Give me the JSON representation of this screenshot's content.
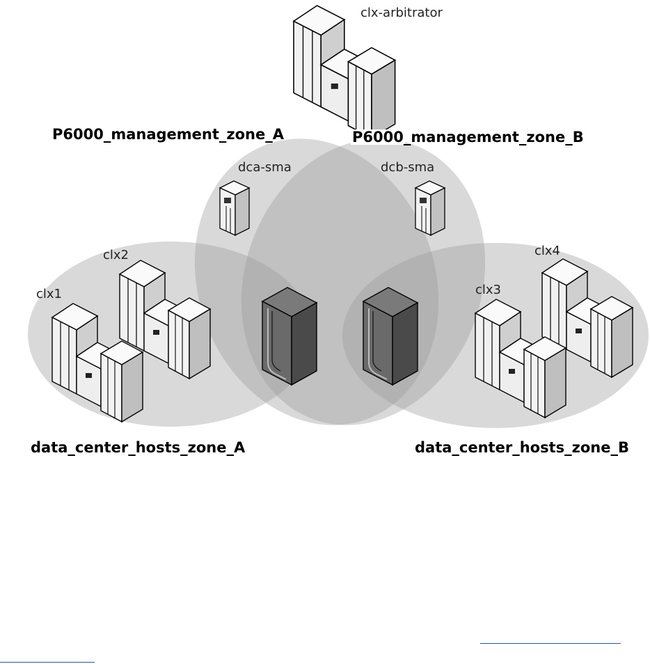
{
  "labels": {
    "arbitrator": "clx-arbitrator",
    "zone_mgmt_a": "P6000_management_zone_A",
    "zone_mgmt_b": "P6000_management_zone_B",
    "zone_hosts_a": "data_center_hosts_zone_A",
    "zone_hosts_b": "data_center_hosts_zone_B",
    "sma_a": "dca-sma",
    "sma_b": "dcb-sma",
    "host1": "clx1",
    "host2": "clx2",
    "host3": "clx3",
    "host4": "clx4"
  },
  "colors": {
    "zone_fill": "#9a9a9a",
    "server_face": "#f1f1f1",
    "server_side": "#b9b9b9",
    "array_dark": "#555555",
    "link": "#1a56c4"
  },
  "icons": {
    "arbitrator": "cluster-server-icon",
    "sma": "tower-server-icon",
    "array": "storage-array-icon",
    "host": "cluster-server-icon"
  }
}
